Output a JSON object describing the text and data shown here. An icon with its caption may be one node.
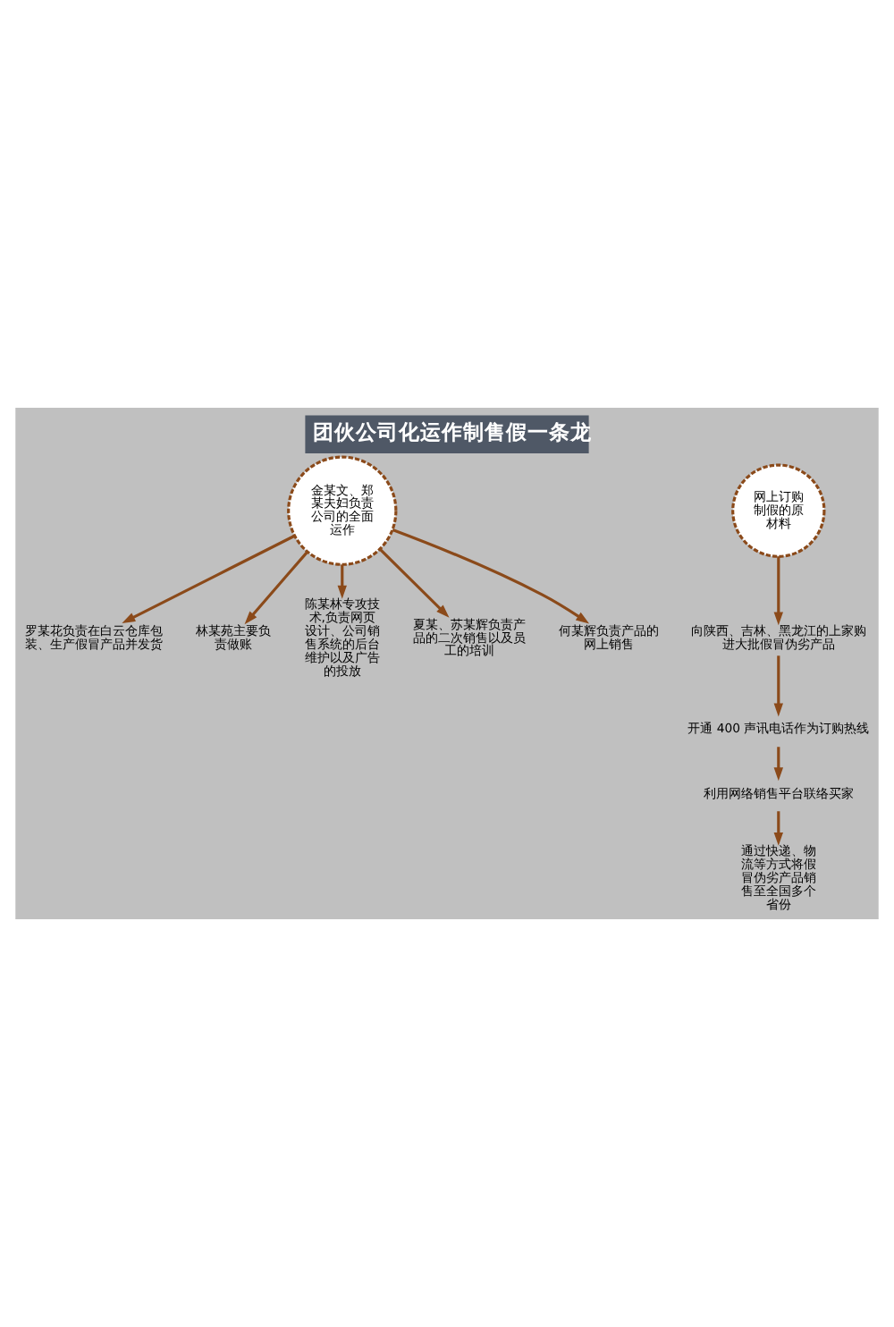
{
  "diagram": {
    "title": "团伙公司化运作制售假一条龙",
    "nodes": [
      {
        "text": [
          "金某文、郑某夫妇负责公司的全面运作"
        ]
      },
      {
        "text": [
          "罗某花负责在白云仓库包装、生产假冒产品并发货"
        ]
      },
      {
        "text": [
          "林某苑主要负责做账"
        ]
      },
      {
        "text": [
          "陈某林专攻技术,负责网页设计、公司销售系统的后台维护以及广告的投放"
        ]
      },
      {
        "text": [
          "夏某、苏某辉负责产品的二次销售以及员工的培训"
        ]
      },
      {
        "text": [
          "何某辉负责产品的网上销售"
        ]
      },
      {
        "text": [
          "网上订购制假的原材料"
        ]
      },
      {
        "text": [
          "向陕西、吉林、黑龙江的上家购进大批假冒伪劣产品"
        ]
      },
      {
        "text": [
          "开通 400 声讯电话作为订购热线"
        ]
      },
      {
        "text": [
          "利用网络销售平台联络买家"
        ]
      },
      {
        "text": [
          "通过快递、物流等方式将假冒伪劣产品销售至全国多个省份"
        ]
      }
    ],
    "edges": [
      {
        "from": 0,
        "to": 1,
        "arrow": "to"
      },
      {
        "from": 0,
        "to": 2,
        "arrow": "to"
      },
      {
        "from": 0,
        "to": 3,
        "arrow": "to"
      },
      {
        "from": 0,
        "to": 4,
        "arrow": "to"
      },
      {
        "from": 0,
        "to": 5,
        "arrow": "to"
      },
      {
        "from": 6,
        "to": 7,
        "arrow": "to"
      },
      {
        "from": 7,
        "to": 8,
        "arrow": "to"
      },
      {
        "from": 8,
        "to": 9,
        "arrow": "to"
      },
      {
        "from": 9,
        "to": 10,
        "arrow": "to"
      }
    ]
  }
}
